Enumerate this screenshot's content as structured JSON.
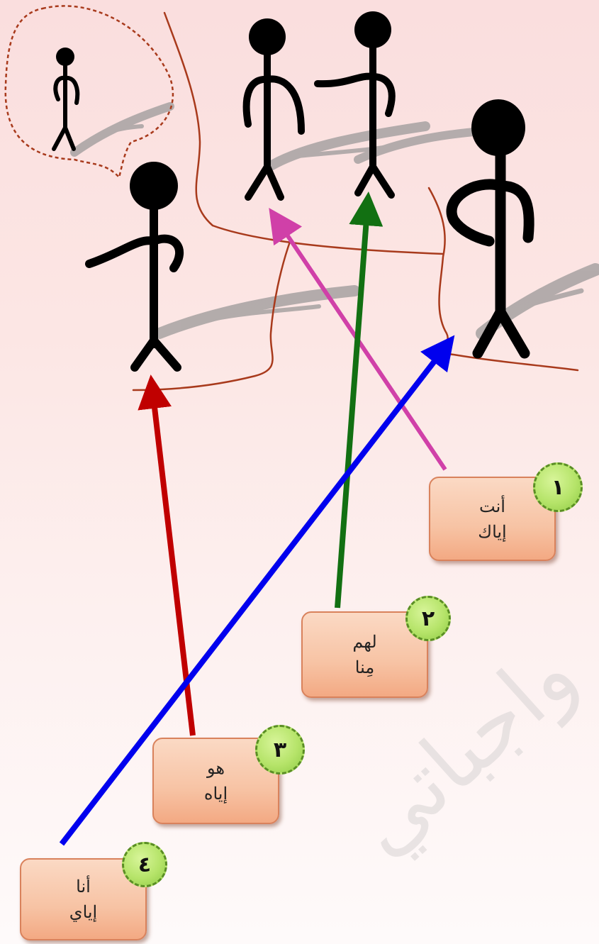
{
  "cards": [
    {
      "number": "١",
      "line1": "أنت",
      "line2": "إياك"
    },
    {
      "number": "٢",
      "line1": "لهم",
      "line2": "مِنا"
    },
    {
      "number": "٣",
      "line1": "هو",
      "line2": "إياه"
    },
    {
      "number": "٤",
      "line1": "أنا",
      "line2": "إياي"
    }
  ],
  "watermark": "واجباتي",
  "colors": {
    "arrow_card1": "#d040a8",
    "arrow_card2": "#127012",
    "arrow_card3": "#c00000",
    "arrow_card4": "#0000ee",
    "boundary": "#a83a1c",
    "figure": "#000000",
    "card_fill": "#f7c3a4",
    "badge_fill": "#b6e46a"
  }
}
